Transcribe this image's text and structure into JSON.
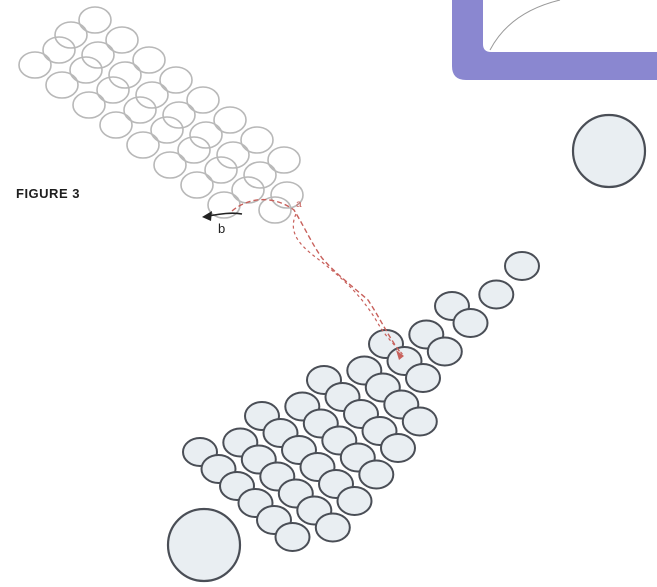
{
  "figure": {
    "label": "FIGURE 3"
  },
  "annotations": {
    "start_letter": "b",
    "end_letter": "a"
  },
  "colors": {
    "panel": "#8a87d0",
    "panel_inner": "#ffffff",
    "bead_fill": "#e9eef2",
    "bead_stroke": "#4a4e56",
    "faint_bead_stroke": "#b8b8b8",
    "thread_path": "#c8615c",
    "arrow": "#222222",
    "background": "#ffffff"
  },
  "icons": [
    "corner-panel",
    "large-bead",
    "small-bead",
    "thread-path-arrow"
  ]
}
